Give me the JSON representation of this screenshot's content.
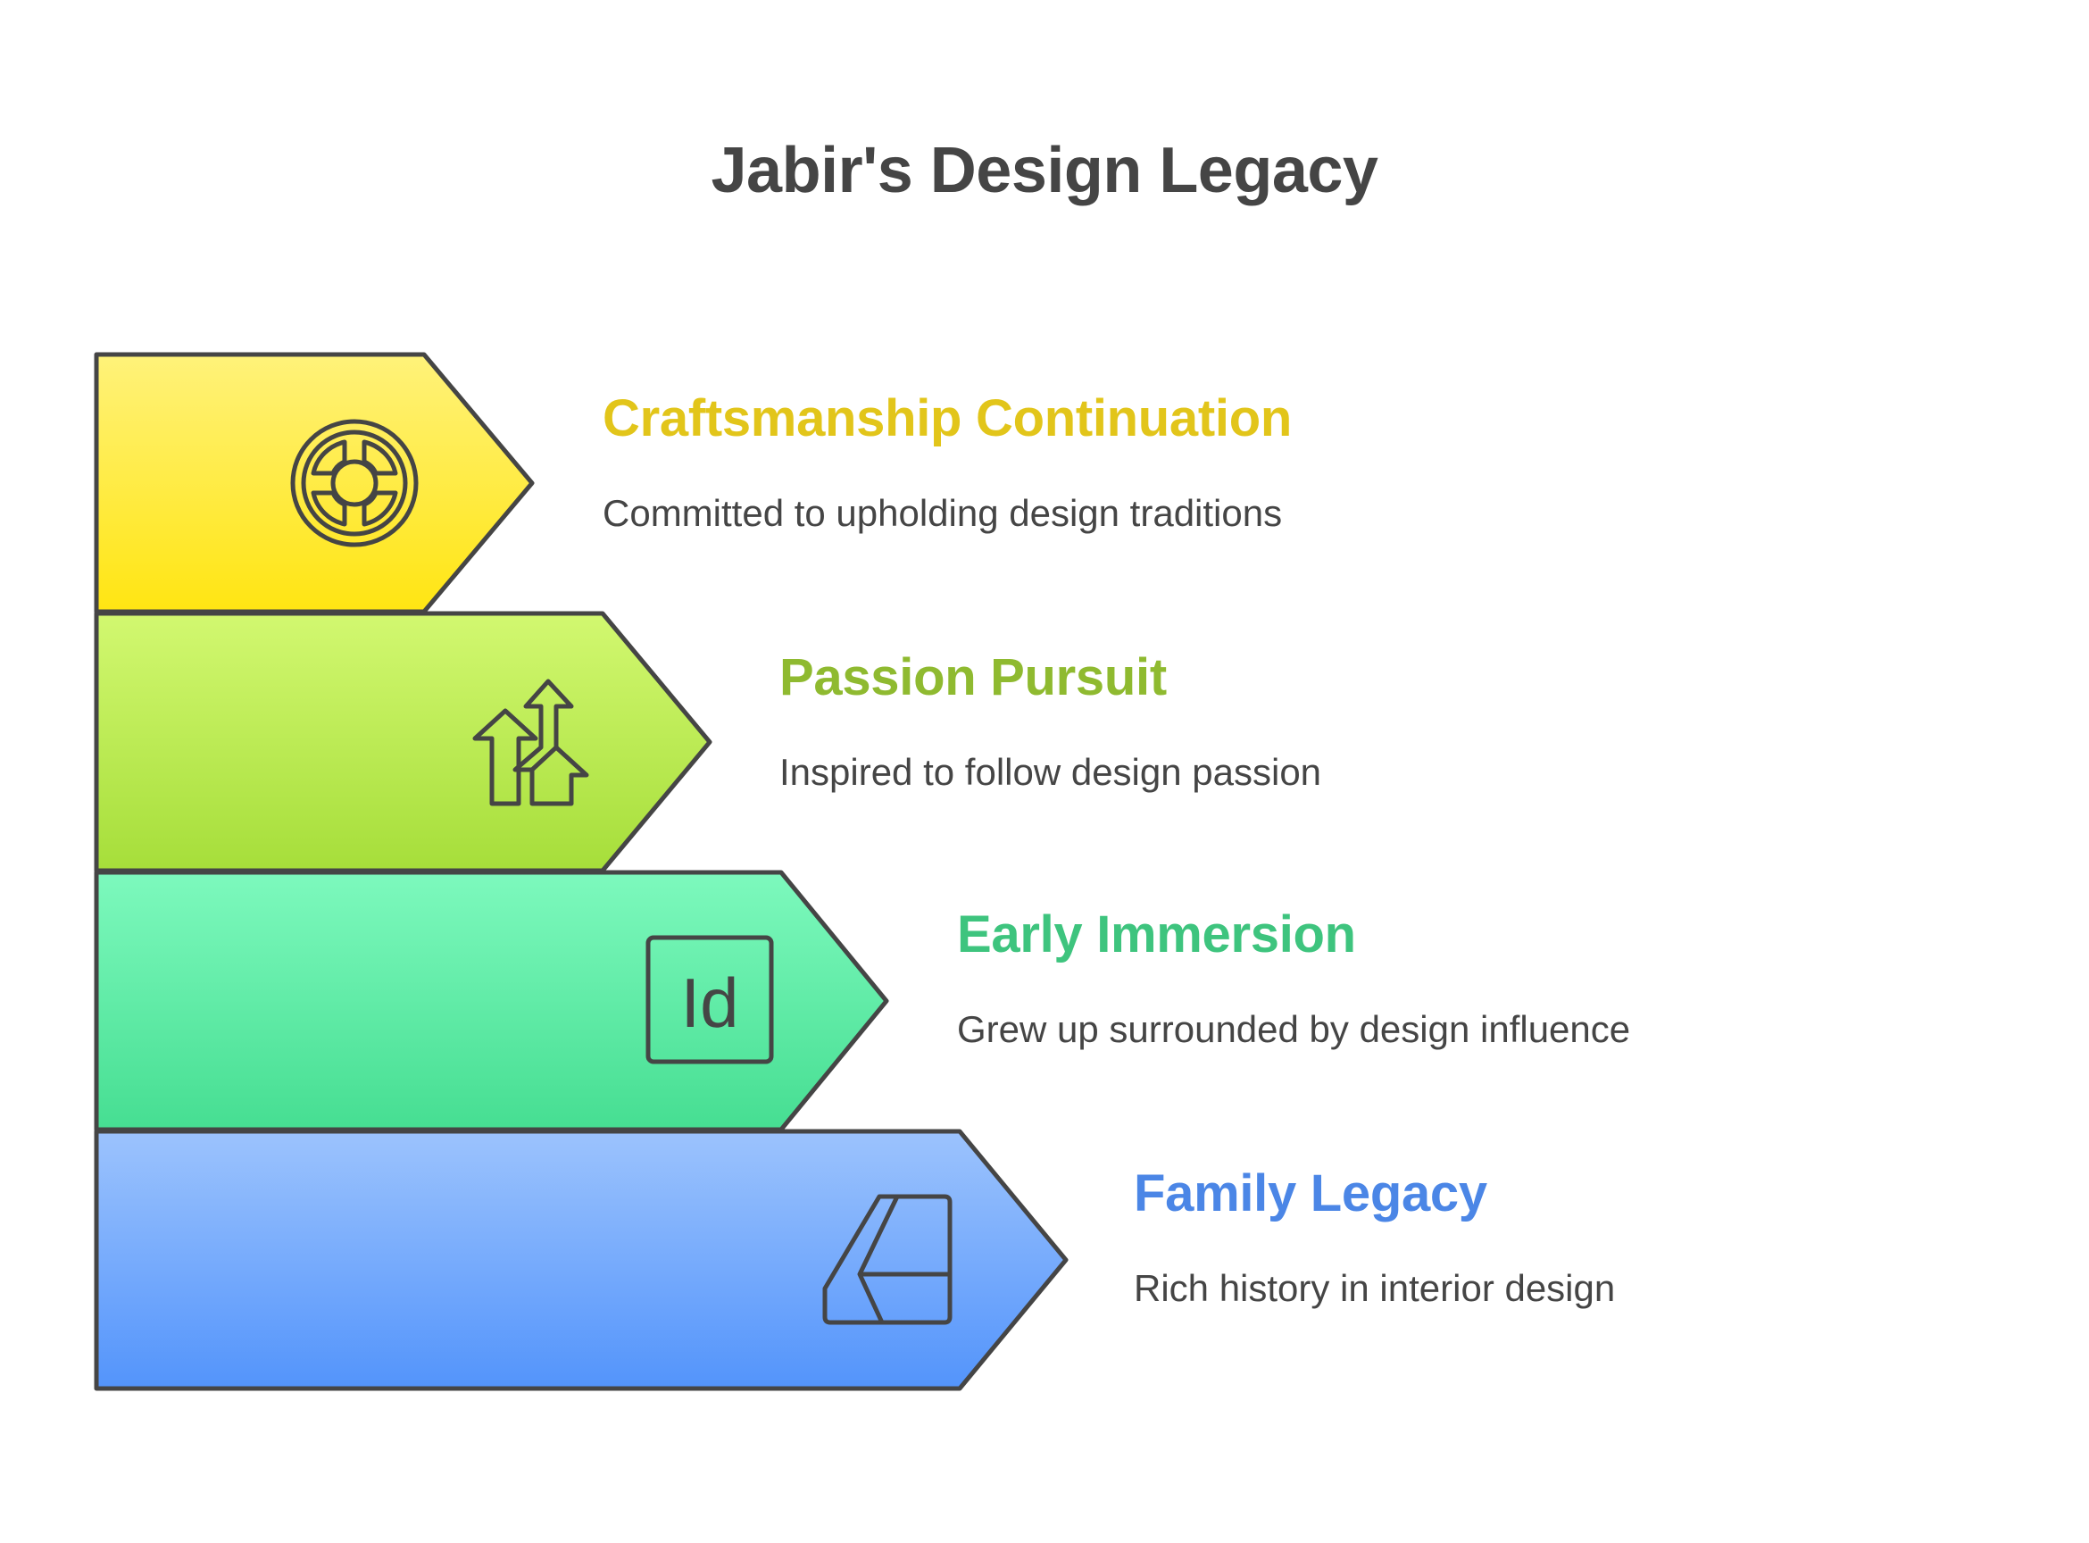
{
  "title": "Jabir's Design Legacy",
  "steps": [
    {
      "heading": "Craftsmanship Continuation",
      "description": "Committed to upholding design traditions",
      "icon": "compass-target-icon",
      "heading_color": "#E2C51A",
      "fill_top": "#FFF27A",
      "fill_bottom": "#FFE512"
    },
    {
      "heading": "Passion Pursuit",
      "description": "Inspired to follow design passion",
      "icon": "growth-arrows-icon",
      "heading_color": "#8FBA30",
      "fill_top": "#D2F870",
      "fill_bottom": "#A6DE3A"
    },
    {
      "heading": "Early Immersion",
      "description": "Grew up surrounded by design influence",
      "icon": "indesign-icon",
      "heading_color": "#3EC47E",
      "fill_top": "#7DF9BD",
      "fill_bottom": "#46DE92"
    },
    {
      "heading": "Family Legacy",
      "description": "Rich history in interior design",
      "icon": "folded-paper-icon",
      "heading_color": "#4B86E6",
      "fill_top": "#9CC3FD",
      "fill_bottom": "#5394FB"
    }
  ]
}
